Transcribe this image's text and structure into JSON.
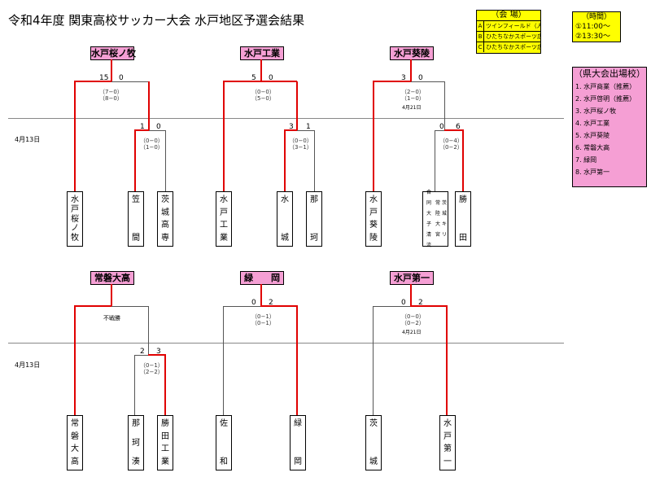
{
  "title": "令和4年度 関東高校サッカー大会 水戸地区予選会結果",
  "venue": {
    "header": "（会 場）",
    "rows": [
      {
        "key": "A",
        "value": "ツインフィールド（人工）"
      },
      {
        "key": "B",
        "value": "ひたちなかスポーツ広場A"
      },
      {
        "key": "C",
        "value": "ひたちなかスポーツ広場B"
      }
    ]
  },
  "time": {
    "header": "（時間）",
    "t1": "①11:00〜",
    "t2": "②13:30〜"
  },
  "qualifiers": {
    "header": "（県大会出場校）",
    "items": [
      "1. 水戸商業（推薦）",
      "2. 水戸啓明（推薦）",
      "3. 水戸桜ノ牧",
      "4. 水戸工業",
      "5. 水戸葵陵",
      "6. 常磐大高",
      "7. 緑岡",
      "8. 水戸第一"
    ]
  },
  "date_top": "4月13日",
  "date_bottom": "4月13日",
  "winners": {
    "b1": "水戸桜ノ牧",
    "b2": "水戸工業",
    "b3": "水戸葵陵",
    "b4": "常磐大高",
    "b5": "緑　　岡",
    "b6": "水戸第一"
  },
  "scores": {
    "b1_final_l": "15",
    "b1_final_r": "0",
    "b1_final_p1": "（7−0）",
    "b1_final_p2": "（8−0）",
    "b1_semi_l": "1",
    "b1_semi_r": "0",
    "b1_semi_p1": "（0−0）",
    "b1_semi_p2": "（1−0）",
    "b2_final_l": "5",
    "b2_final_r": "0",
    "b2_final_p1": "（0−0）",
    "b2_final_p2": "（5−0）",
    "b2_semi_l": "3",
    "b2_semi_r": "1",
    "b2_semi_p1": "（0−0）",
    "b2_semi_p2": "（3−1）",
    "b3_final_l": "3",
    "b3_final_r": "0",
    "b3_final_p1": "（2−0）",
    "b3_final_p2": "（1−0）",
    "b3_final_date": "4月21日",
    "b3_semi_l": "0",
    "b3_semi_r": "6",
    "b3_semi_p1": "（0−4）",
    "b3_semi_p2": "（0−2）",
    "b4_final_note": "不戦勝",
    "b4_semi_l": "2",
    "b4_semi_r": "3",
    "b4_semi_p1": "（0−1）",
    "b4_semi_p2": "（2−2）",
    "b5_final_l": "0",
    "b5_final_r": "2",
    "b5_final_p1": "（0−1）",
    "b5_final_p2": "（0−1）",
    "b6_final_l": "0",
    "b6_final_r": "2",
    "b6_final_p1": "（0−0）",
    "b6_final_p2": "（0−2）",
    "b6_final_date": "4月21日"
  },
  "teams": {
    "t1": [
      "水",
      "戸",
      "桜",
      "ノ",
      "牧"
    ],
    "t2": [
      "笠",
      "間"
    ],
    "t3": [
      "茨",
      "城",
      "高",
      "専"
    ],
    "t4": [
      "水",
      "戸",
      "工",
      "業"
    ],
    "t5": [
      "水",
      "城"
    ],
    "t6": [
      "那",
      "珂"
    ],
    "t7": [
      "水",
      "戸",
      "葵",
      "陵"
    ],
    "t8a": [
      "合同",
      "大",
      "子",
      "清",
      "流"
    ],
    "t8b": [
      "常",
      "陸",
      "大",
      "宮"
    ],
    "t8c": [
      "茨",
      "城",
      "キ",
      "リ"
    ],
    "t9": [
      "勝",
      "田"
    ],
    "t10": [
      "常",
      "磐",
      "大",
      "高"
    ],
    "t11": [
      "那",
      "珂",
      "湊"
    ],
    "t12": [
      "勝",
      "田",
      "工",
      "業"
    ],
    "t13": [
      "佐",
      "和"
    ],
    "t14": [
      "緑",
      "岡"
    ],
    "t15": [
      "茨",
      "城"
    ],
    "t16": [
      "水",
      "戸",
      "第",
      "一"
    ]
  }
}
